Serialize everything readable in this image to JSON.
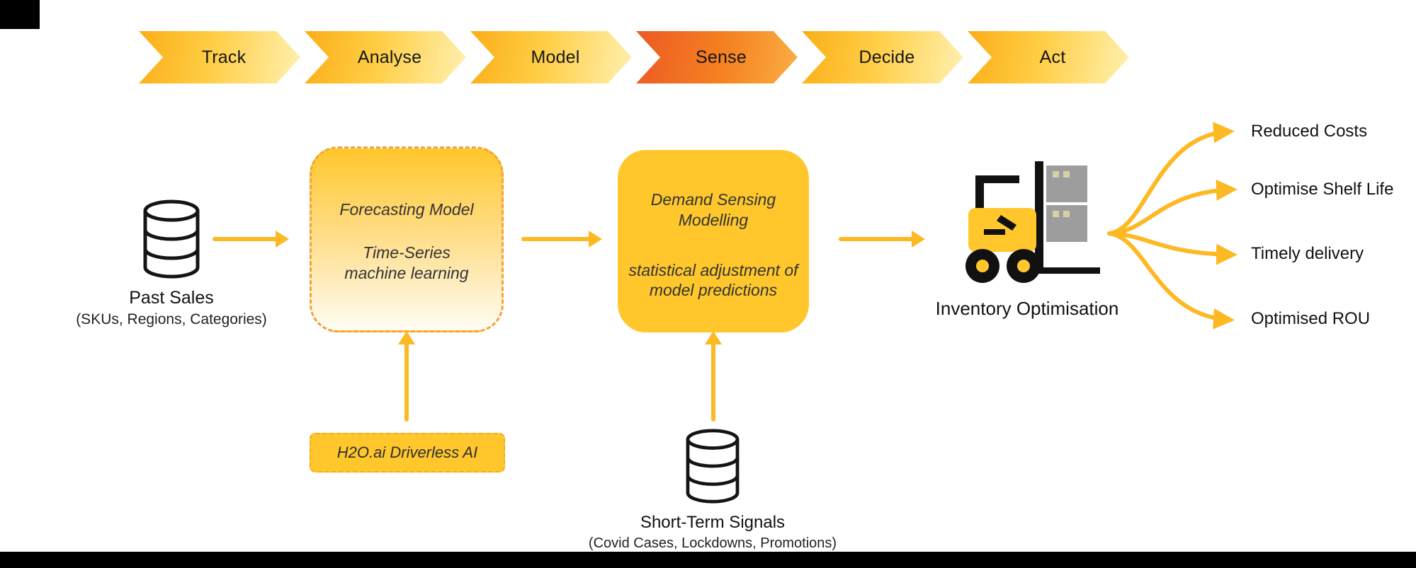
{
  "process_bar": {
    "stages": [
      {
        "label": "Track",
        "highlighted": false
      },
      {
        "label": "Analyse",
        "highlighted": false
      },
      {
        "label": "Model",
        "highlighted": false
      },
      {
        "label": "Sense",
        "highlighted": true
      },
      {
        "label": "Decide",
        "highlighted": false
      },
      {
        "label": "Act",
        "highlighted": false
      }
    ]
  },
  "nodes": {
    "past_sales": {
      "icon": "database-icon",
      "title": "Past Sales",
      "subtitle": "(SKUs, Regions, Categories)"
    },
    "forecasting": {
      "line1": "Forecasting Model",
      "line2": "Time-Series\nmachine learning"
    },
    "demand_sensing": {
      "line1": "Demand Sensing\nModelling",
      "line2": "statistical adjustment of\nmodel predictions"
    },
    "inventory": {
      "icon": "forklift-icon",
      "title": "Inventory Optimisation"
    },
    "h2o": {
      "label": "H2O.ai Driverless AI"
    },
    "short_term_signals": {
      "icon": "database-icon",
      "title": "Short-Term Signals",
      "subtitle": "(Covid Cases, Lockdowns, Promotions)"
    }
  },
  "outcomes": [
    "Reduced Costs",
    "Optimise Shelf Life",
    "Timely delivery",
    "Optimised ROU"
  ],
  "colors": {
    "box_yellow": "#FFC72C",
    "arrow_yellow": "#FDB924",
    "chevron_gold": "#FBAE17",
    "highlight_orange": "#EC5A24",
    "crate_gray": "#9D9D9D",
    "bar_black": "#000000"
  }
}
